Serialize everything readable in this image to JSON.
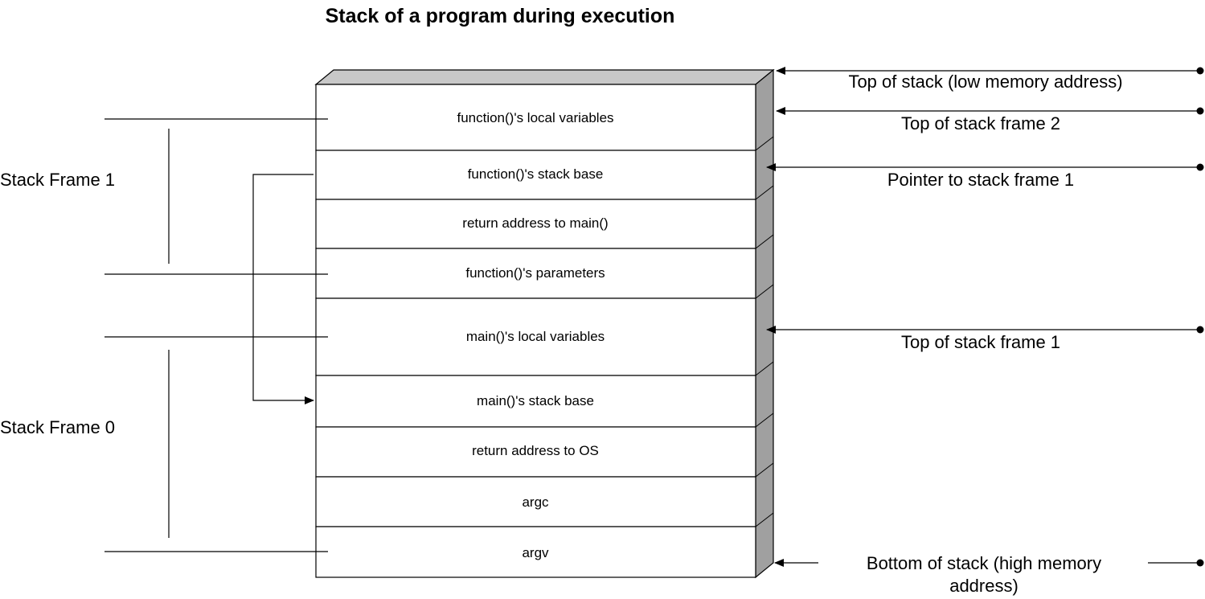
{
  "title": "Stack of a program during execution",
  "colors": {
    "line": "#000000",
    "box_fill": "#ffffff",
    "box_side": "#a0a0a0",
    "box_top": "#c8c8c8"
  },
  "cells": [
    {
      "label": "function()'s local variables"
    },
    {
      "label": "function()'s stack base"
    },
    {
      "label": "return address to main()"
    },
    {
      "label": "function()'s parameters"
    },
    {
      "label": "main()'s local variables"
    },
    {
      "label": "main()'s stack base"
    },
    {
      "label": "return address to OS"
    },
    {
      "label": "argc"
    },
    {
      "label": "argv"
    }
  ],
  "frames": [
    {
      "label": "Stack Frame 1"
    },
    {
      "label": "Stack Frame 0"
    }
  ],
  "pointers": [
    {
      "lines": [
        "Top of stack (low memory address)"
      ]
    },
    {
      "lines": [
        "Top of stack frame 2"
      ]
    },
    {
      "lines": [
        "Pointer to stack frame 1"
      ]
    },
    {
      "lines": [
        "Top of stack frame 1"
      ]
    },
    {
      "lines": [
        "Bottom of stack (high memory",
        "address)"
      ]
    }
  ]
}
